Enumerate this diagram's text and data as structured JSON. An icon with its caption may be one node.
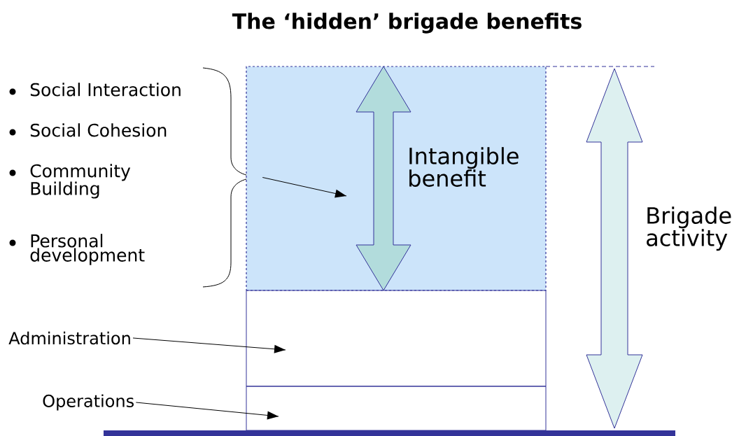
{
  "diagram": {
    "title": "The ‘hidden’ brigade benefits",
    "nodes": [
      {
        "text": [
          "Social Interaction",
          "Social Cohesion",
          "Community Building",
          "Personal development"
        ]
      },
      {
        "text": [
          "Intangible benefit"
        ]
      },
      {
        "text": [
          "Administration"
        ]
      },
      {
        "text": [],
        "shape": "box"
      },
      {
        "text": [
          "Operations"
        ]
      },
      {
        "text": [],
        "shape": "box"
      }
    ],
    "edges": [
      {
        "from": 0,
        "to": 1,
        "arrow": "to"
      },
      {
        "from": 2,
        "to": 3,
        "arrow": "to"
      },
      {
        "from": 4,
        "to": 5,
        "arrow": "to"
      }
    ],
    "labels": [
      "Brigade activity"
    ]
  }
}
